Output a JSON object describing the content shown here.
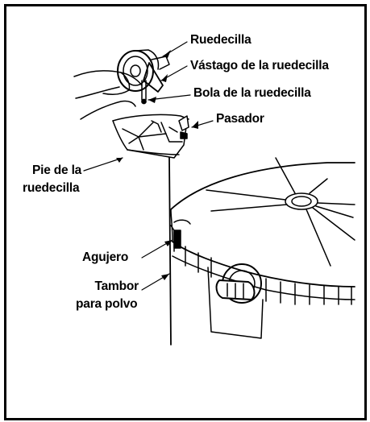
{
  "labels": {
    "caster": "Ruedecilla",
    "caster_stem": "Vástago de la ruedecilla",
    "caster_ball": "Bola de la ruedecilla",
    "pin": "Pasador",
    "caster_foot_line1": "Pie de la",
    "caster_foot_line2": "ruedecilla",
    "hole": "Agujero",
    "drum_line1": "Tambor",
    "drum_line2": "para polvo"
  },
  "colors": {
    "border": "#000000",
    "background": "#ffffff",
    "ink": "#000000"
  }
}
